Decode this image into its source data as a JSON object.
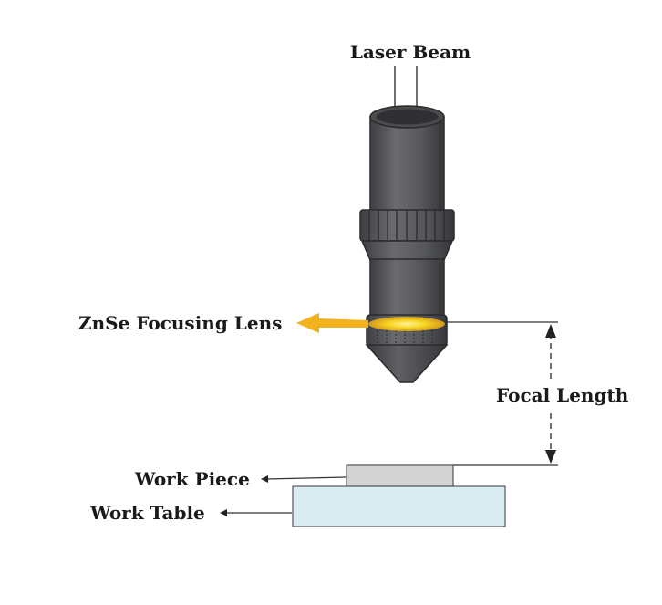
{
  "labels": {
    "laser_beam": "Laser Beam",
    "lens": "ZnSe Focusing Lens",
    "focal_length": "Focal Length",
    "work_piece": "Work Piece",
    "work_table": "Work Table"
  },
  "colors": {
    "nozzle_body": "#5d5e61",
    "nozzle_dark": "#3f4043",
    "nozzle_edge": "#2a2b2d",
    "lens_glow": "#f6d01c",
    "arrow_orange": "#f2b21e",
    "work_piece": "#d3d3d3",
    "work_table": "#d9edf3",
    "line": "#333333"
  }
}
